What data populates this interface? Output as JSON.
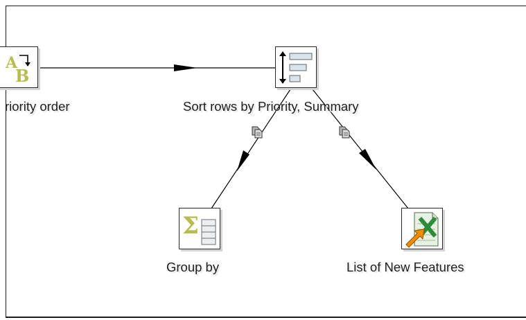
{
  "steps": {
    "calculator": {
      "label": "riority order",
      "icon": "calculator-ab-icon"
    },
    "sort": {
      "label": "Sort rows by Priority, Summary",
      "icon": "sort-rows-icon"
    },
    "group": {
      "label": "Group by",
      "icon": "group-by-sigma-icon"
    },
    "excel": {
      "label": "List of New Features",
      "icon": "excel-output-icon"
    }
  },
  "hops": [
    {
      "from": "calculator",
      "to": "sort",
      "icon": null
    },
    {
      "from": "sort",
      "to": "group",
      "icon": "copy-rows-icon"
    },
    {
      "from": "sort",
      "to": "excel",
      "icon": "copy-rows-icon"
    }
  ],
  "colors": {
    "hop_line": "#000000",
    "step_border": "#2a2a2a",
    "shadow": "#d4d4d4",
    "excel_green": "#2e8b3a",
    "accent_orange": "#f08c00"
  }
}
